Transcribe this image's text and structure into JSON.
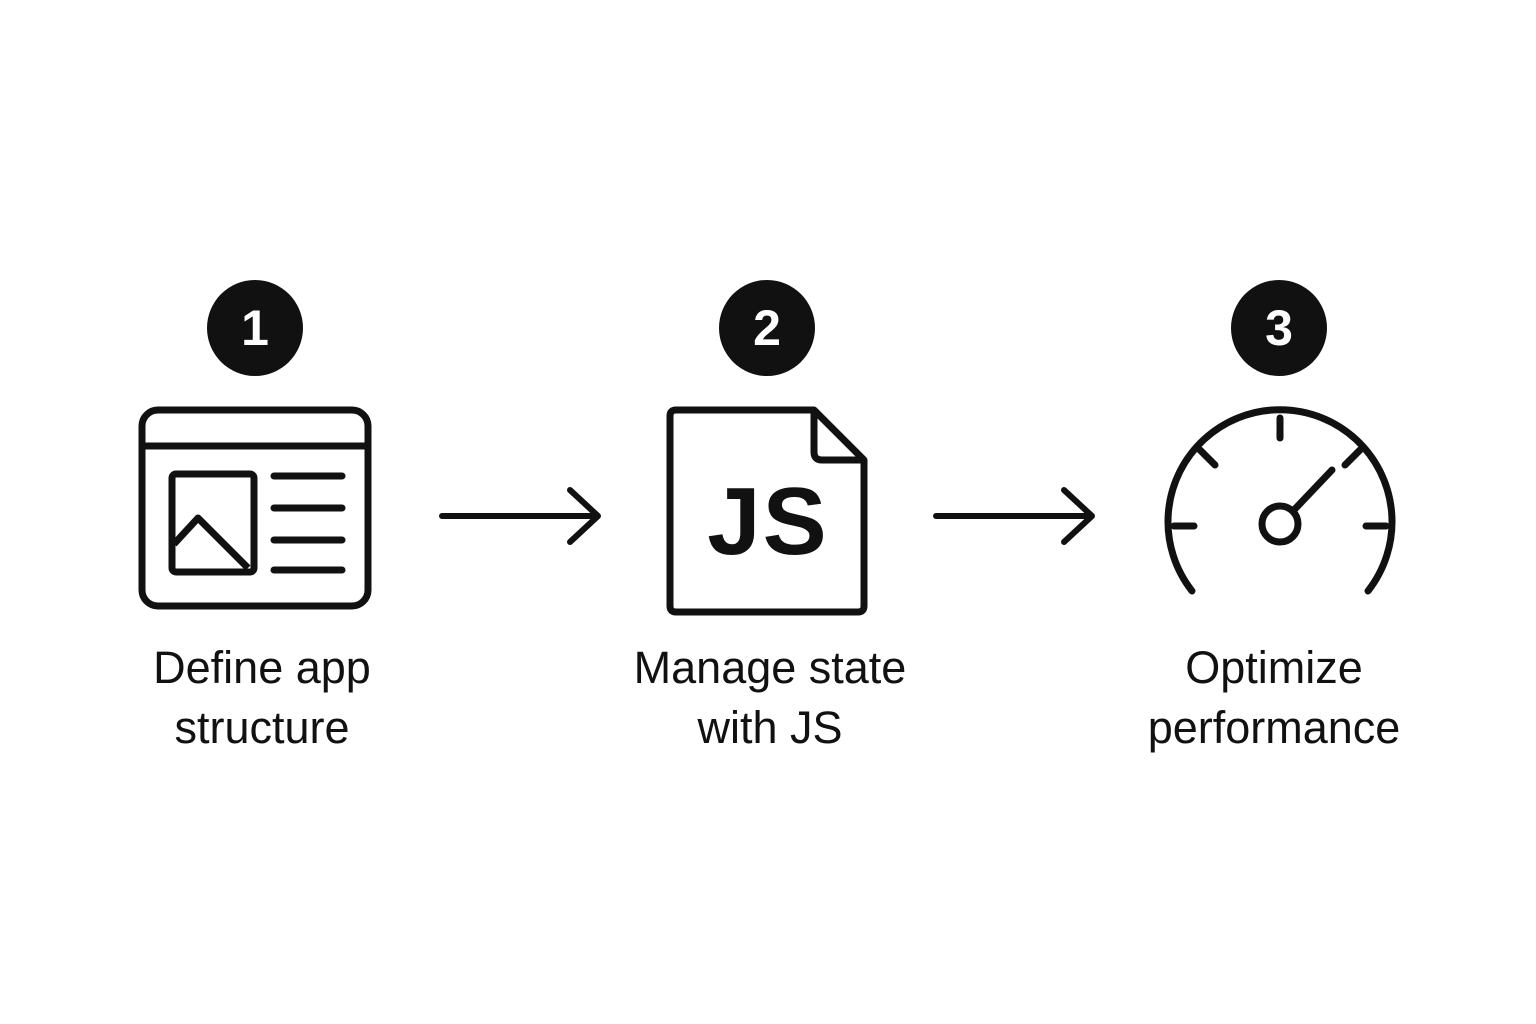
{
  "steps": [
    {
      "number": "1",
      "icon": "app-layout-icon",
      "label_line1": "Define app",
      "label_line2": "structure"
    },
    {
      "number": "2",
      "icon": "js-file-icon",
      "icon_text": "JS",
      "label_line1": "Manage state",
      "label_line2": "with JS"
    },
    {
      "number": "3",
      "icon": "speedometer-icon",
      "label_line1": "Optimize",
      "label_line2": "performance"
    }
  ],
  "connectors": [
    "arrow-right-icon",
    "arrow-right-icon"
  ],
  "colors": {
    "ink": "#111111",
    "background": "#ffffff",
    "badge_text": "#ffffff"
  }
}
